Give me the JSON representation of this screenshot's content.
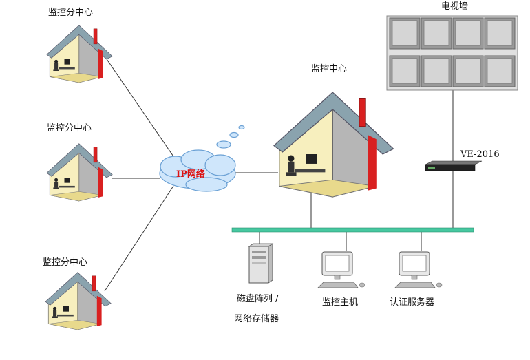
{
  "labels": {
    "branch_center_1": "监控分中心",
    "branch_center_2": "监控分中心",
    "branch_center_3": "监控分中心",
    "main_center": "监控中心",
    "video_wall": "电视墙",
    "decoder": "VE-2016",
    "cloud": "IP网络",
    "storage_line1": "磁盘阵列 /",
    "storage_line2": "网络存储器",
    "monitor_host": "监控主机",
    "auth_server": "认证服务器"
  },
  "colors": {
    "roof": "#8aa3ae",
    "wall_left": "#f7f0c0",
    "wall_right": "#b8b8b8",
    "chimney": "#d92020",
    "bus": "#46c8a0",
    "cloud_fill": "#cfe6fb",
    "cloud_stroke": "#6aa0d4",
    "line": "#333333"
  },
  "icons": {
    "house": "house-icon",
    "monitor": "monitor-icon",
    "server": "server-icon",
    "decoder": "decoder-icon",
    "cloud": "cloud-icon"
  }
}
